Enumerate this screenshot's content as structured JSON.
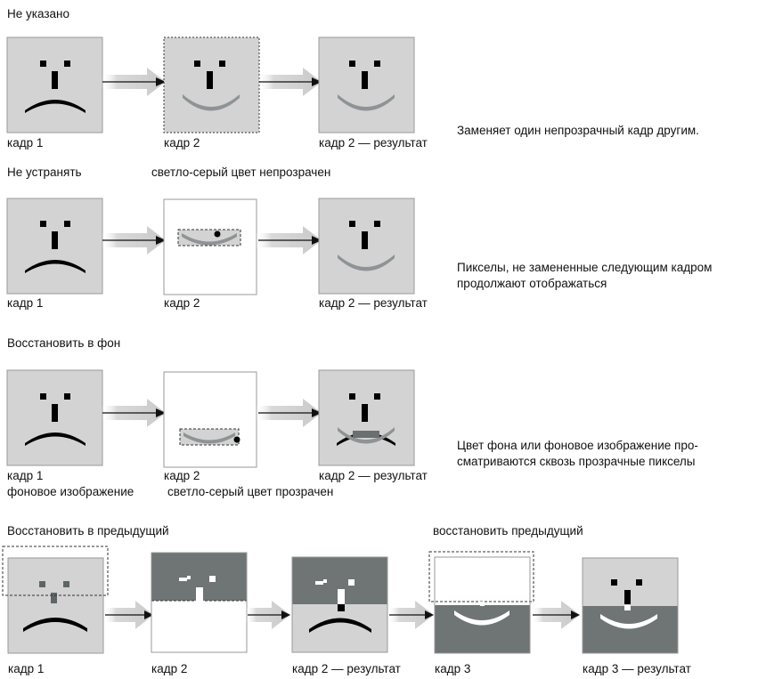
{
  "sections": [
    {
      "title": "Не указано",
      "labels": [
        "кадр 1",
        "кадр 2",
        "кадр 2 — результат"
      ],
      "description": "Заменяет один непрозрачный кадр другим."
    },
    {
      "title": "Не устранять",
      "note": "светло-серый цвет непрозрачен",
      "labels": [
        "кадр 1",
        "кадр 2",
        "кадр 2 — результат"
      ],
      "description_lines": [
        "Пикселы, не замененные следующим кадром",
        "продолжают отображаться"
      ]
    },
    {
      "title": "Восстановить в фон",
      "labels": [
        "кадр 1",
        "кадр 2",
        "кадр 2 — результат"
      ],
      "sublabels": [
        "фоновое изображение",
        "светло-серый цвет прозрачен"
      ],
      "description_lines": [
        "Цвет фона или фоновое изображение про-",
        "сматриваются сквозь прозрачные пикселы"
      ]
    },
    {
      "title": "Восстановить в предыдущий",
      "note": "восстановить предыдущий",
      "labels": [
        "кадр 1",
        "кадр 2",
        "кадр 2 — результат",
        "кадр 3",
        "кадр 3 — результат"
      ]
    }
  ],
  "colors": {
    "frame_bg": "#d3d3d3",
    "dark_gray": "#6f7475",
    "mouth_gray": "#9aa09f",
    "arrow_band": "#d6d6d6",
    "ink": "#111111"
  }
}
